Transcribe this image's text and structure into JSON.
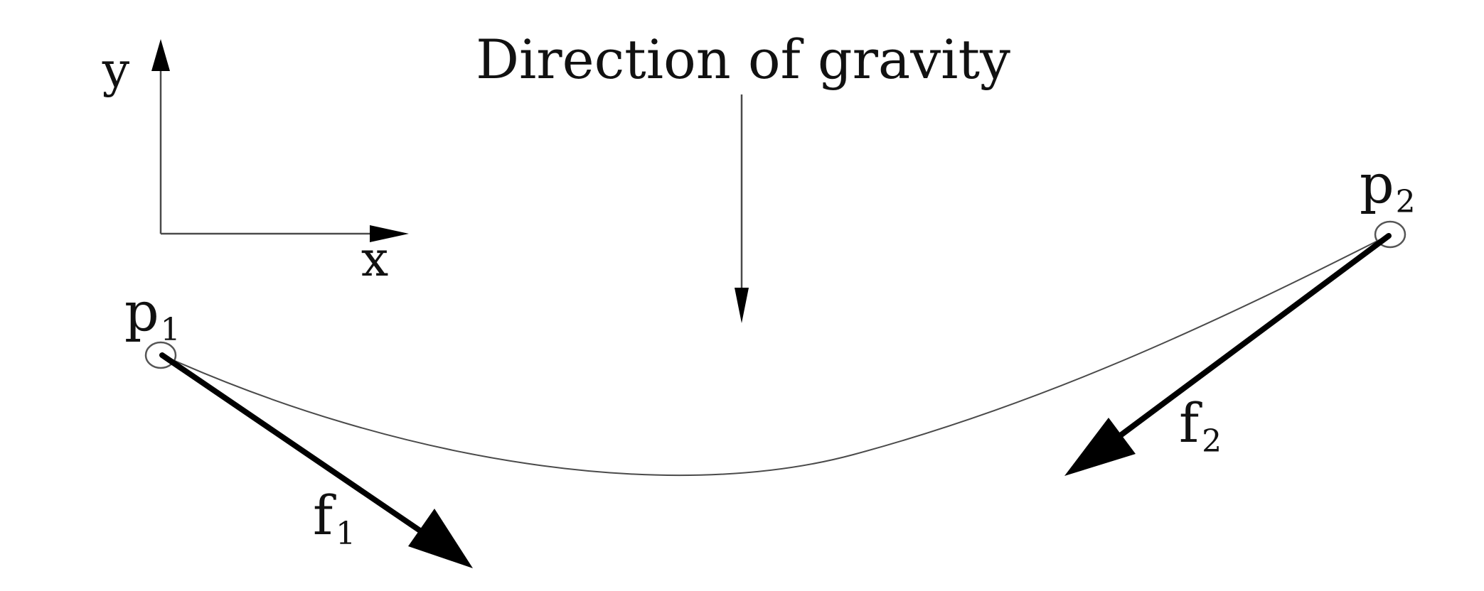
{
  "title": "Direction of gravity",
  "axes": {
    "x_label": "x",
    "y_label": "y"
  },
  "points": [
    {
      "label": "p",
      "subscript": "1"
    },
    {
      "label": "p",
      "subscript": "2"
    }
  ],
  "forces": [
    {
      "label": "f",
      "subscript": "1"
    },
    {
      "label": "f",
      "subscript": "2"
    }
  ],
  "colors": {
    "line": "#4a4a4a",
    "arrow": "#000000",
    "background": "#ffffff"
  }
}
